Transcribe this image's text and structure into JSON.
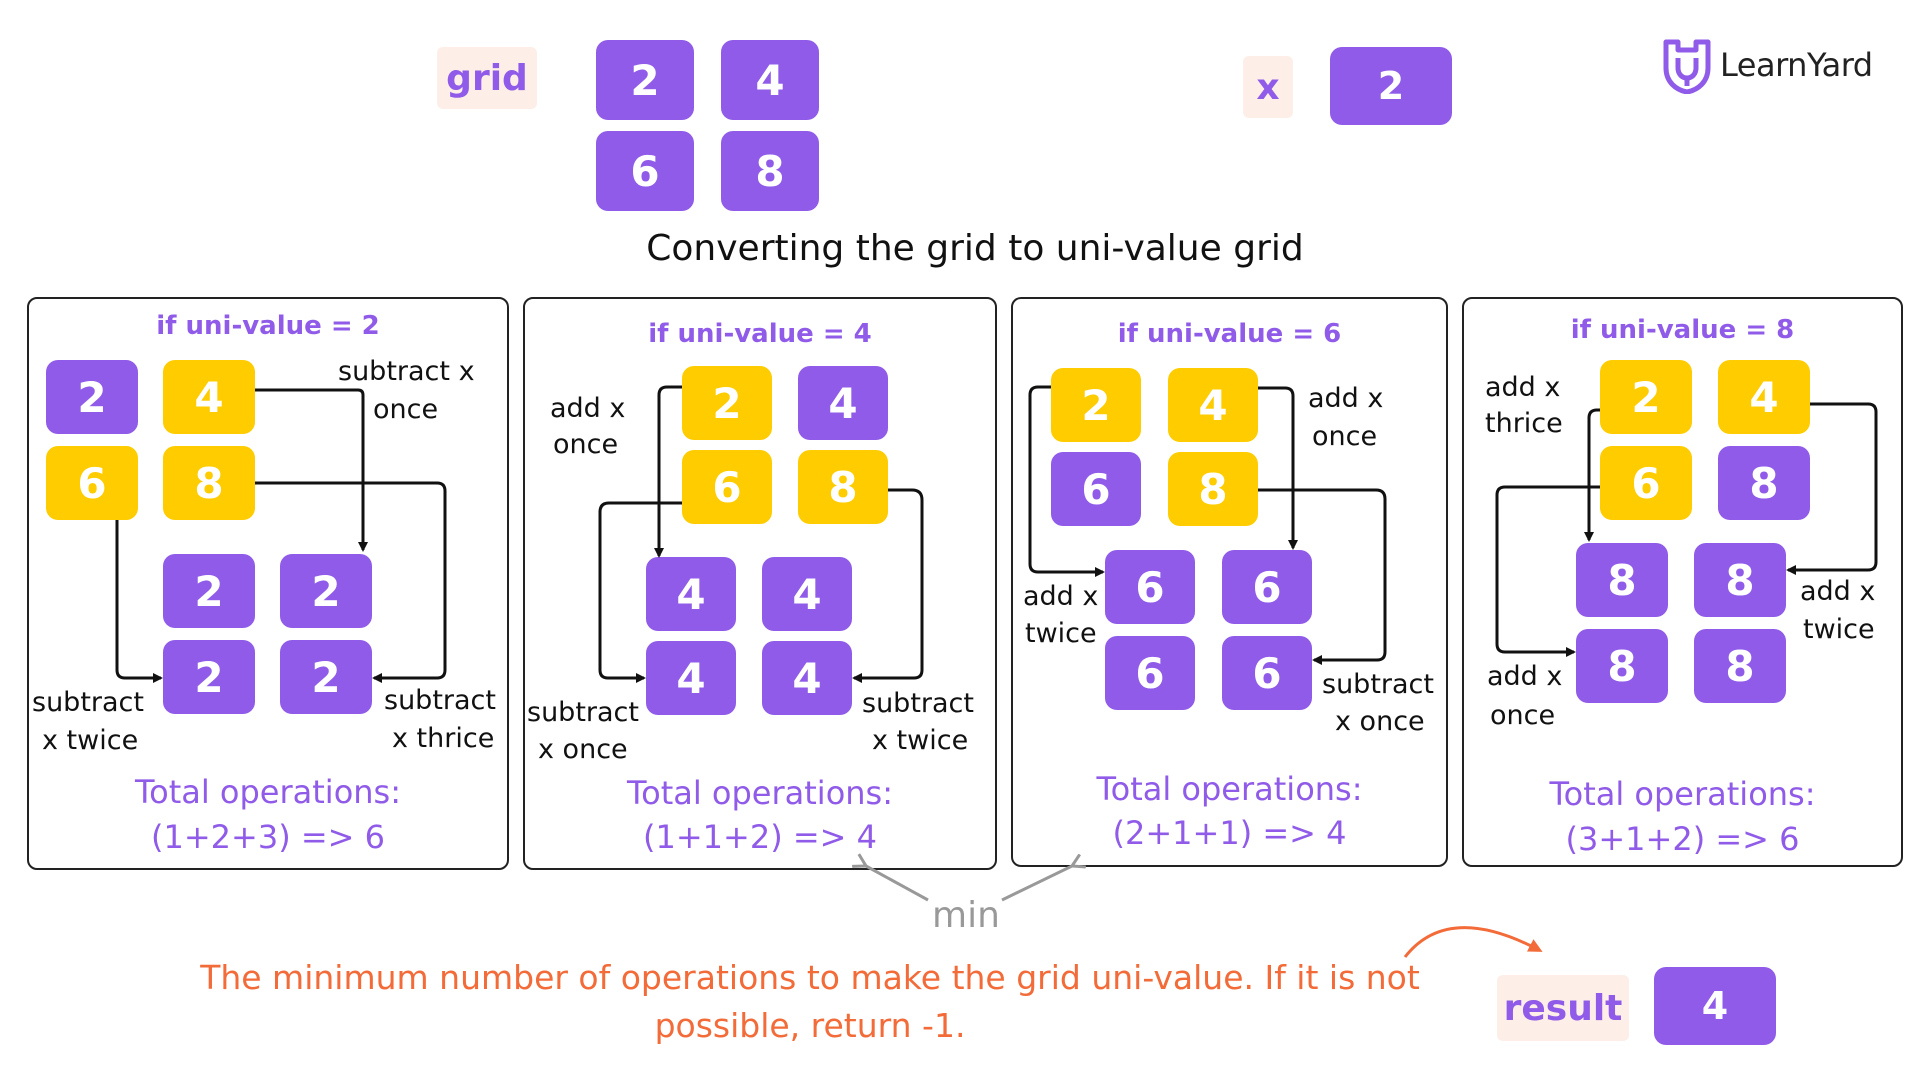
{
  "grid_label": "grid",
  "grid": [
    "2",
    "4",
    "6",
    "8"
  ],
  "x_label": "x",
  "x_value": "2",
  "logo_text": "LearnYard",
  "heading": "Converting the grid to uni-value grid",
  "panels": [
    {
      "title": "if uni-value = 2",
      "top": [
        "2",
        "4",
        "6",
        "8"
      ],
      "bottom": [
        "2",
        "2",
        "2",
        "2"
      ],
      "labels": [
        "subtract x",
        "once",
        "subtract",
        "x twice",
        "subtract",
        "x thrice"
      ],
      "total_label": "Total operations:",
      "total_expr": "(1+2+3) => 6"
    },
    {
      "title": "if uni-value = 4",
      "top": [
        "2",
        "4",
        "6",
        "8"
      ],
      "bottom": [
        "4",
        "4",
        "4",
        "4"
      ],
      "labels": [
        "add x",
        "once",
        "subtract",
        "x once",
        "subtract",
        "x twice"
      ],
      "total_label": "Total operations:",
      "total_expr": "(1+1+2) => 4"
    },
    {
      "title": "if uni-value = 6",
      "top": [
        "2",
        "4",
        "6",
        "8"
      ],
      "bottom": [
        "6",
        "6",
        "6",
        "6"
      ],
      "labels": [
        "add x",
        "once",
        "add x",
        "twice",
        "subtract",
        "x once"
      ],
      "total_label": "Total operations:",
      "total_expr": "(2+1+1) => 4"
    },
    {
      "title": "if uni-value = 8",
      "top": [
        "2",
        "4",
        "6",
        "8"
      ],
      "bottom": [
        "8",
        "8",
        "8",
        "8"
      ],
      "labels": [
        "add x",
        "thrice",
        "add x",
        "twice",
        "add x",
        "once"
      ],
      "total_label": "Total operations:",
      "total_expr": "(3+1+2) => 6"
    }
  ],
  "min_label": "min",
  "description_line1": "The minimum number of operations to make the grid uni-value. If it is not",
  "description_line2": "possible, return -1.",
  "result_label": "result",
  "result_value": "4",
  "colors": {
    "purple": "#8f5be8",
    "yellow": "#ffcc00",
    "orange": "#f26b38",
    "chip": "#fdeee7"
  }
}
